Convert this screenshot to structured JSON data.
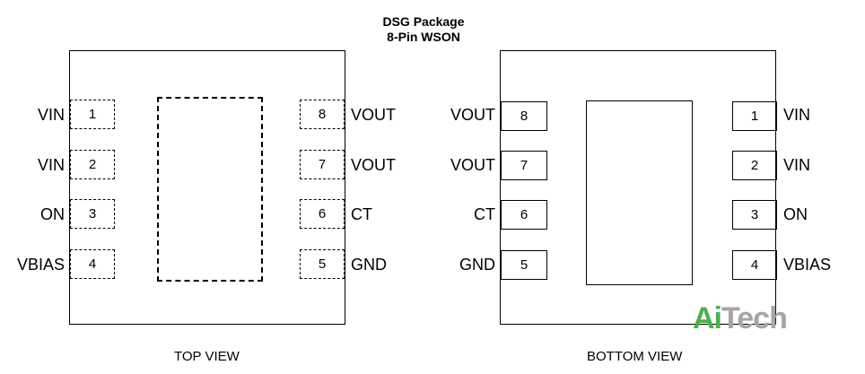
{
  "title_line1": "DSG Package",
  "title_line2": "8-Pin WSON",
  "top_view": {
    "caption": "TOP VIEW",
    "left_pins": [
      {
        "num": "1",
        "name": "VIN"
      },
      {
        "num": "2",
        "name": "VIN"
      },
      {
        "num": "3",
        "name": "ON"
      },
      {
        "num": "4",
        "name": "VBIAS"
      }
    ],
    "right_pins": [
      {
        "num": "8",
        "name": "VOUT"
      },
      {
        "num": "7",
        "name": "VOUT"
      },
      {
        "num": "6",
        "name": "CT"
      },
      {
        "num": "5",
        "name": "GND"
      }
    ]
  },
  "bottom_view": {
    "caption": "BOTTOM VIEW",
    "left_pins": [
      {
        "num": "8",
        "name": "VOUT"
      },
      {
        "num": "7",
        "name": "VOUT"
      },
      {
        "num": "6",
        "name": "CT"
      },
      {
        "num": "5",
        "name": "GND"
      }
    ],
    "right_pins": [
      {
        "num": "1",
        "name": "VIN"
      },
      {
        "num": "2",
        "name": "VIN"
      },
      {
        "num": "3",
        "name": "ON"
      },
      {
        "num": "4",
        "name": "VBIAS"
      }
    ]
  },
  "watermark": {
    "part1": "Ai",
    "part2": "Tech"
  }
}
